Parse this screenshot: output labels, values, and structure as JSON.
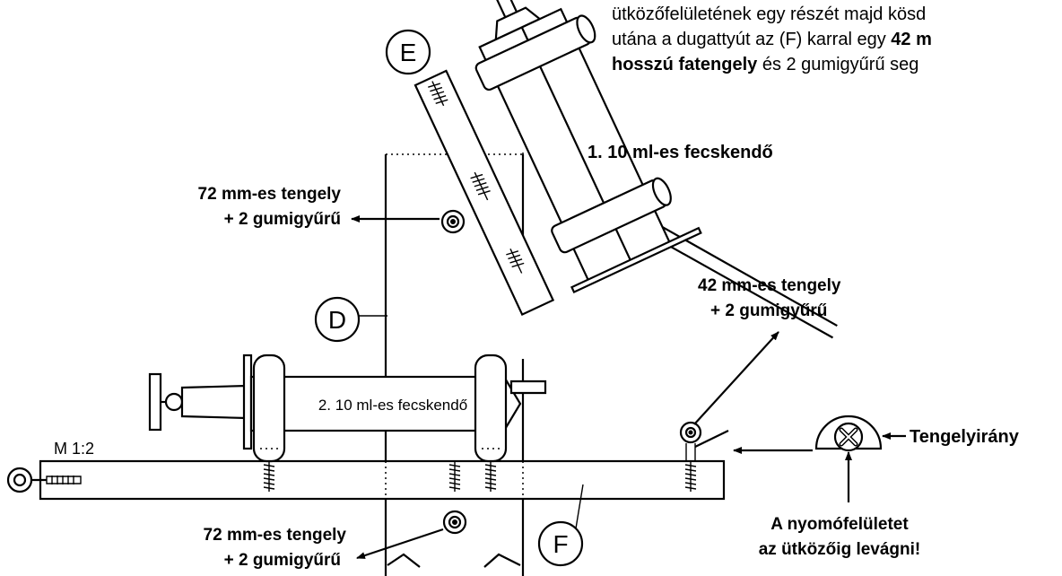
{
  "intro": {
    "line1": "ütközőfelületének egy részét majd kösd",
    "line2_a": "utána a dugattyút az (F) karral egy ",
    "line2_b": "42 m",
    "line3_a": "hosszú fatengely",
    "line3_b": " és 2 gumigyűrű seg"
  },
  "labels": {
    "syringe1": "1. 10 ml-es fecskendő",
    "syringe2": "2. 10 ml-es fecskendő",
    "axle72_upper_1": "72 mm-es tengely",
    "axle72_upper_2": "+ 2 gumigyűrű",
    "axle42_1": "42 mm-es tengely",
    "axle42_2": "+ 2 gumigyűrű",
    "axle72_lower_1": "72 mm-es tengely",
    "axle72_lower_2": "+ 2 gumigyűrű",
    "axis_direction": "Tengelyirány",
    "cut_note_1": "A nyomófelületet",
    "cut_note_2": "az ütközőig levágni!",
    "scale": "M 1:2"
  },
  "parts": {
    "E": "E",
    "D": "D",
    "F": "F"
  }
}
